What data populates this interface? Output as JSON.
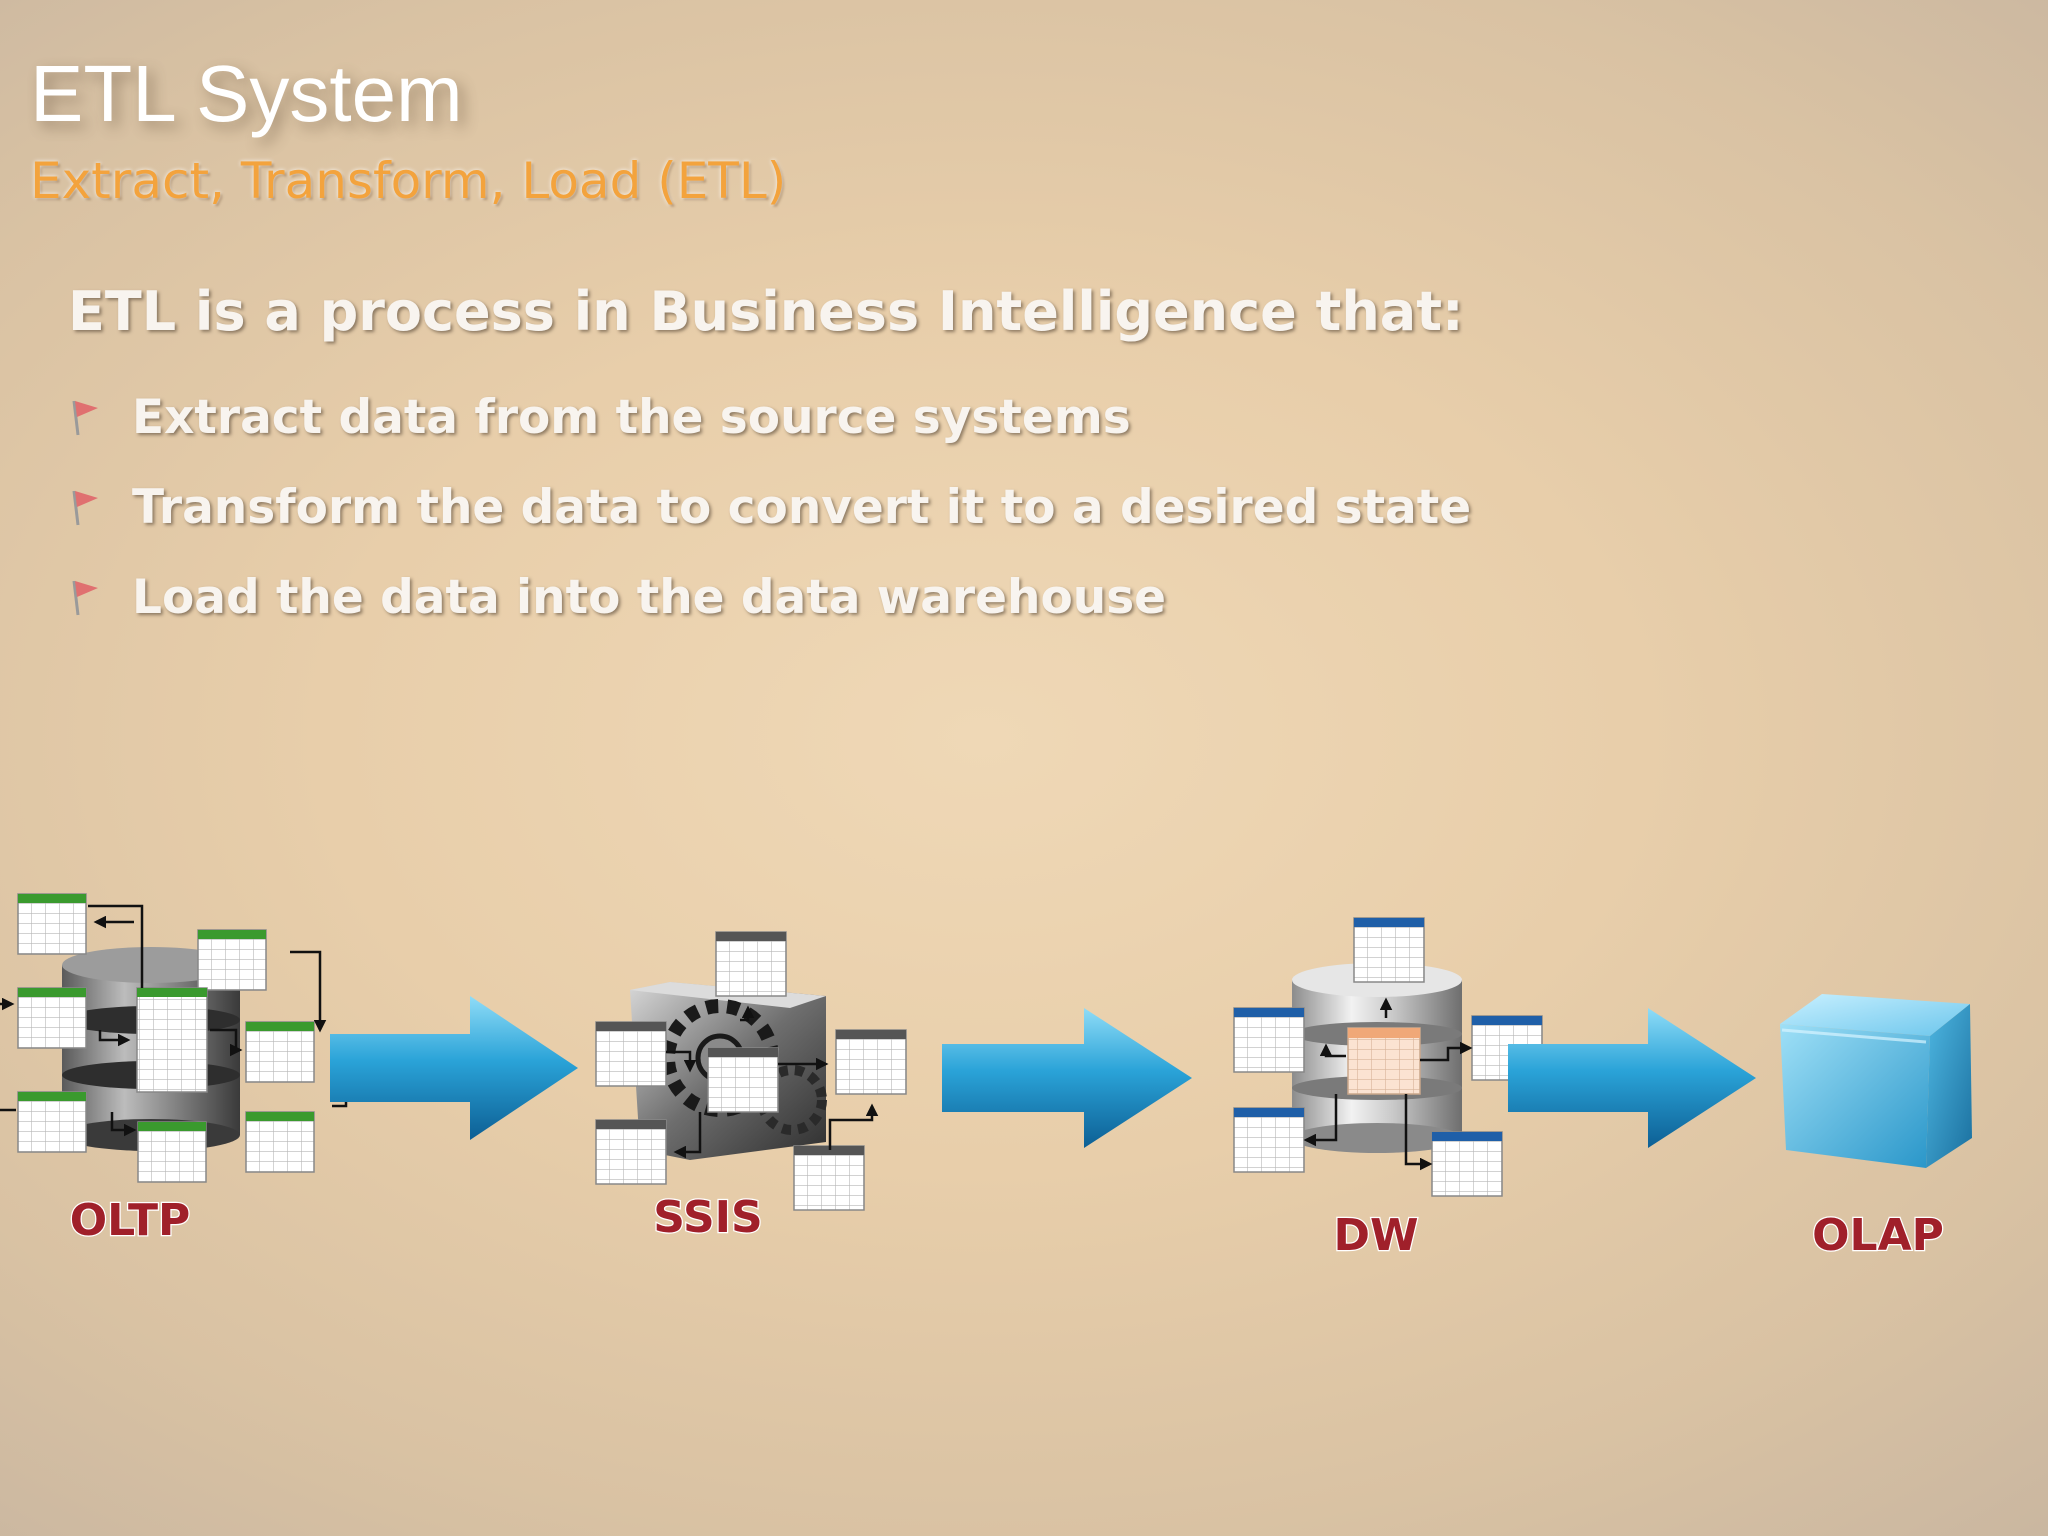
{
  "slide": {
    "title": "ETL System",
    "subtitle": "Extract, Transform, Load (ETL)",
    "intro": "ETL is a process in Business Intelligence that:",
    "bullets": [
      "Extract data from the source systems",
      "Transform the data to convert it to a desired state",
      "Load the data into the data warehouse"
    ]
  },
  "diagram": {
    "nodes": [
      {
        "label": "OLTP",
        "icon": "database-icon"
      },
      {
        "label": "SSIS",
        "icon": "gear-cube-icon"
      },
      {
        "label": "DW",
        "icon": "data-warehouse-icon"
      },
      {
        "label": "OLAP",
        "icon": "cube-icon"
      }
    ],
    "colors": {
      "title": "#ffffff",
      "subtitle": "#f3a33d",
      "label": "#a0202a",
      "arrow": "#2aa3d8",
      "oltp_table_header": "#3a9a2e",
      "ssis_table_header": "#555555",
      "dw_table_header": "#1f5fa8",
      "cube": "#3eb2e0"
    }
  }
}
